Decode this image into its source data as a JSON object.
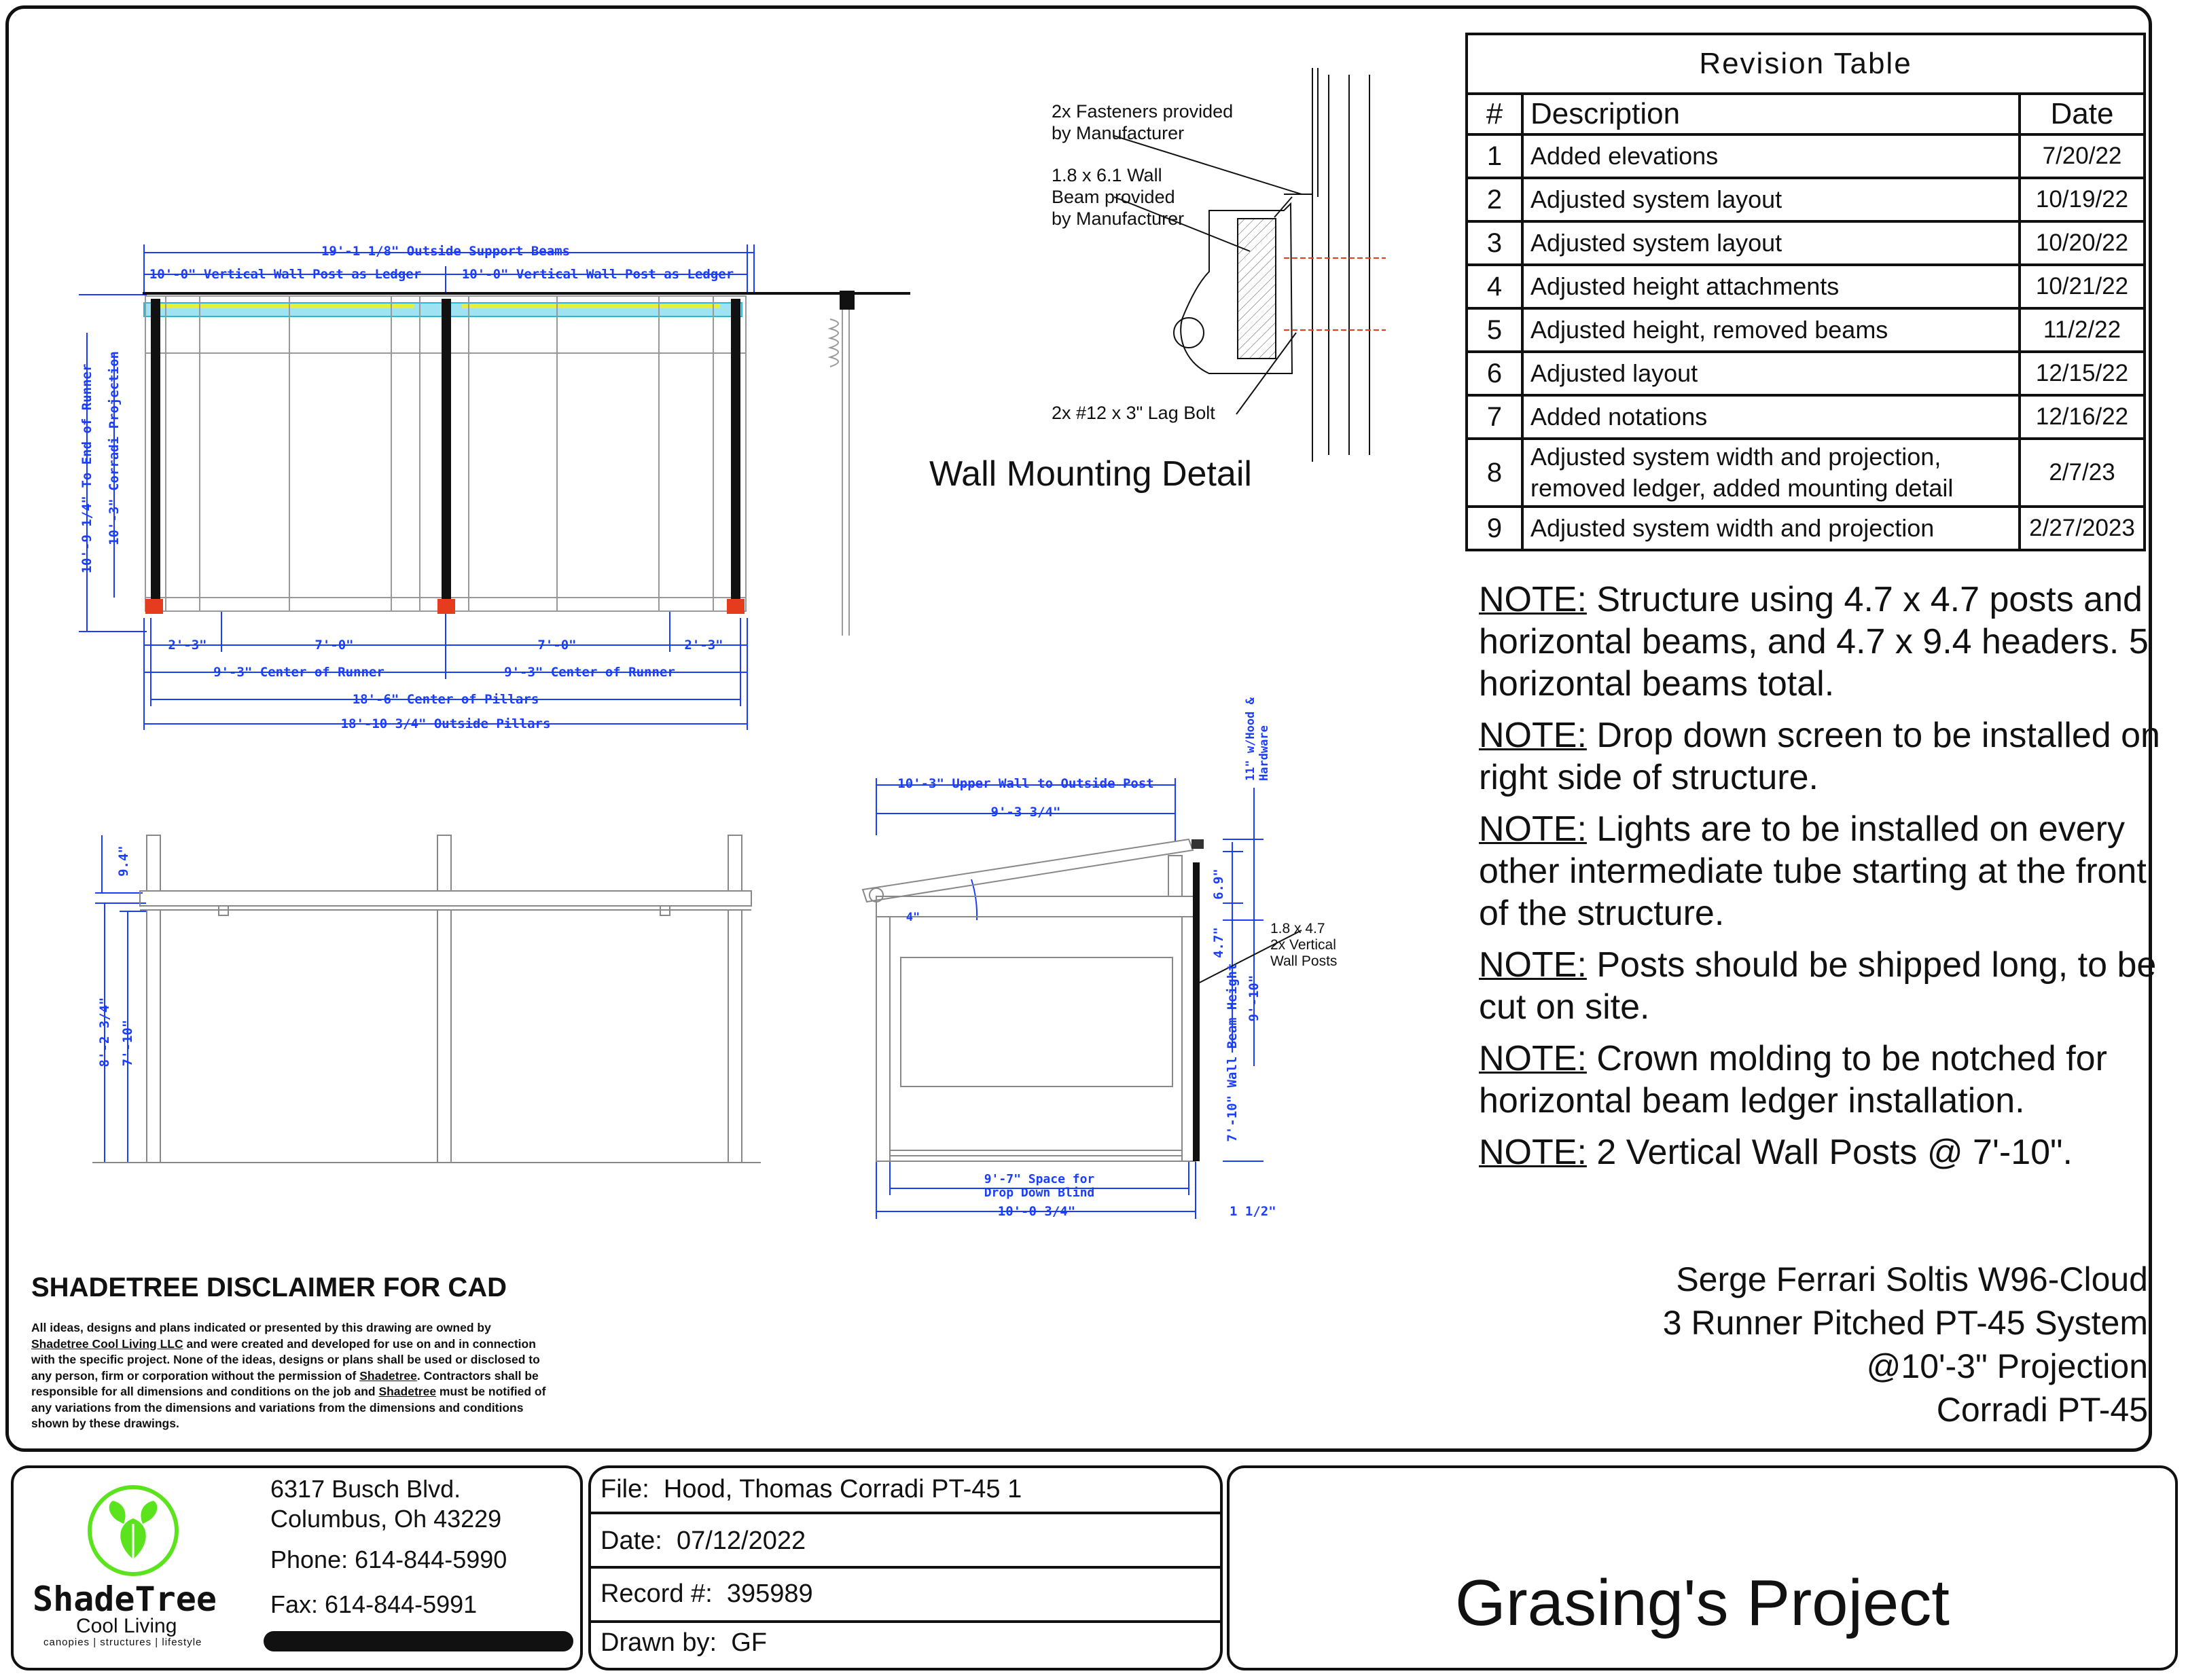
{
  "revision_table": {
    "title": "Revision Table",
    "headers": [
      "#",
      "Description",
      "Date"
    ],
    "rows": [
      {
        "num": "1",
        "desc": "Added elevations",
        "date": "7/20/22"
      },
      {
        "num": "2",
        "desc": "Adjusted system layout",
        "date": "10/19/22"
      },
      {
        "num": "3",
        "desc": "Adjusted system layout",
        "date": "10/20/22"
      },
      {
        "num": "4",
        "desc": "Adjusted height attachments",
        "date": "10/21/22"
      },
      {
        "num": "5",
        "desc": "Adjusted height, removed beams",
        "date": "11/2/22"
      },
      {
        "num": "6",
        "desc": "Adjusted layout",
        "date": "12/15/22"
      },
      {
        "num": "7",
        "desc": "Added notations",
        "date": "12/16/22"
      },
      {
        "num": "8",
        "desc_line1": "Adjusted system width and projection,",
        "desc_line2": "removed ledger, added mounting detail",
        "date": "2/7/23"
      },
      {
        "num": "9",
        "desc": "Adjusted system width and projection",
        "date": "2/27/2023"
      }
    ]
  },
  "notes": [
    {
      "key": "NOTE:",
      "text": " Structure using 4.7 x 4.7 posts and horizontal beams, and 4.7 x 9.4 headers. 5 horizontal beams total."
    },
    {
      "key": "NOTE:",
      "text": " Drop down screen to be installed on right side of structure."
    },
    {
      "key": "NOTE:",
      "text": " Lights are to be installed on every other intermediate tube starting at the front of the structure."
    },
    {
      "key": "NOTE:",
      "text": " Posts should be shipped long, to be cut on site."
    },
    {
      "key": "NOTE:",
      "text": " Crown molding to be notched for horizontal beam ledger installation."
    },
    {
      "key": "NOTE:",
      "text": " 2 Vertical Wall Posts @ 7'-10\"."
    }
  ],
  "system_info": {
    "line1": "Serge Ferrari Soltis W96-Cloud",
    "line2": "3 Runner Pitched PT-45 System",
    "line3": "@10'-3\" Projection",
    "line4": "Corradi PT-45"
  },
  "wall_mount": {
    "title": "Wall Mounting Detail",
    "fasteners_1": "2x Fasteners provided",
    "fasteners_2": "by Manufacturer",
    "beam_1": "1.8 x 6.1 Wall",
    "beam_2": "Beam provided",
    "beam_3": "by Manufacturer",
    "lag": "2x #12 x 3\" Lag Bolt"
  },
  "plan_dims": {
    "outside_beams": "19'-1 1/8\" Outside Support Beams",
    "wall_post_left": "10'-0\" Vertical Wall Post as Ledger",
    "wall_post_right": "10'-0\" Vertical Wall Post as Ledger",
    "end_runner": "10'-9 1/4\" To End of Runner",
    "corradi_proj": "10'-3\" Corradi Projection",
    "d_2_3_left": "2'-3\"",
    "d_7_0_left": "7'-0\"",
    "d_7_0_right": "7'-0\"",
    "d_2_3_right": "2'-3\"",
    "center_runner_left": "9'-3\" Center of Runner",
    "center_runner_right": "9'-3\" Center of Runner",
    "center_pillars": "18'-6\" Center of Pillars",
    "outside_pillars": "18'-10 3/4\" Outside Pillars"
  },
  "front_dims": {
    "d_9_4": "9.4\"",
    "d_8_2": "8'-2 3/4\"",
    "d_7_10": "7'-10\""
  },
  "side_dims": {
    "upper_wall": "10'-3\" Upper Wall to Outside Post",
    "d_9_3": "9'-3 3/4\"",
    "hood": "11\" w/Hood &",
    "hardware": "Hardware",
    "d_6_9": "6.9\"",
    "d_4_7": "4.7\"",
    "posts_1": "1.8 x 4.7",
    "posts_2": "2x Vertical",
    "posts_3": "Wall Posts",
    "wall_beam": "7'-10\" Wall Beam Height",
    "d_9_10": "9'-10\"",
    "space_1": "9'-7\" Space for",
    "space_2": "Drop Down Blind",
    "d_10_0": "10'-0 3/4\"",
    "d_1_half": "1 1/2\"",
    "angle": "4\""
  },
  "disclaimer": {
    "title": "SHADETREE DISCLAIMER FOR CAD",
    "p1": "All ideas, designs and plans indicated or presented by this drawing are owned by ",
    "owner": "Shadetree Cool Living LLC",
    "p2": " and were created and developed for use on and in connection with the specific project. None of the ideas, designs or plans shall be used or disclosed to any person, firm or corporation without the permission of ",
    "st1": "Shadetree",
    "p3": ". Contractors shall be responsible for all dimensions and conditions on the job and ",
    "st2": "Shadetree",
    "p4": " must be notified of any variations from the dimensions and variations from the dimensions and conditions shown by these drawings."
  },
  "company": {
    "name": "ShadeTree",
    "sub": "Cool Living",
    "tagline": "canopies | structures | lifestyle",
    "address1": "6317 Busch Blvd.",
    "address2": "Columbus, Oh 43229",
    "phone": "Phone: 614-844-5990",
    "fax": "Fax: 614-844-5991",
    "brand_color": "#5be31e"
  },
  "fields": {
    "file_label": "File:",
    "file_value": "Hood, Thomas Corradi PT-45 1",
    "date_label": "Date:",
    "date_value": "07/12/2022",
    "record_label": "Record #:",
    "record_value": "395989",
    "drawn_label": "Drawn by:",
    "drawn_value": "GF"
  },
  "project": "Grasing's Project"
}
